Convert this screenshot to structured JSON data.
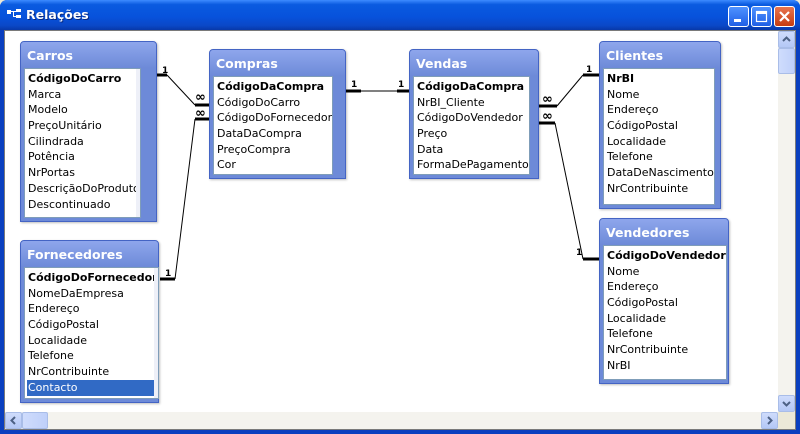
{
  "window": {
    "title": "Relações"
  },
  "tables": {
    "carros": {
      "name": "Carros",
      "fields": [
        "CódigoDoCarro",
        "Marca",
        "Modelo",
        "PreçoUnitário",
        "Cilindrada",
        "Potência",
        "NrPortas",
        "DescriçãoDoProduto",
        "Descontinuado"
      ]
    },
    "fornecedores": {
      "name": "Fornecedores",
      "fields": [
        "CódigoDoFornecedor",
        "NomeDaEmpresa",
        "Endereço",
        "CódigoPostal",
        "Localidade",
        "Telefone",
        "NrContribuinte",
        "Contacto"
      ]
    },
    "compras": {
      "name": "Compras",
      "fields": [
        "CódigoDaCompra",
        "CódigoDoCarro",
        "CódigoDoFornecedor",
        "DataDaCompra",
        "PreçoCompra",
        "Cor"
      ]
    },
    "vendas": {
      "name": "Vendas",
      "fields": [
        "CódigoDaCompra",
        "NrBI_Cliente",
        "CódigoDoVendedor",
        "Preço",
        "Data",
        "FormaDePagamento"
      ]
    },
    "clientes": {
      "name": "Clientes",
      "fields": [
        "NrBI",
        "Nome",
        "Endereço",
        "CódigoPostal",
        "Localidade",
        "Telefone",
        "DataDeNascimento",
        "NrContribuinte"
      ]
    },
    "vendedores": {
      "name": "Vendedores",
      "fields": [
        "CódigoDoVendedor",
        "Nome",
        "Endereço",
        "CódigoPostal",
        "Localidade",
        "Telefone",
        "NrContribuinte",
        "NrBI"
      ]
    }
  },
  "relationship_labels": {
    "one": "1",
    "many": "∞"
  },
  "selected_field": "fornecedores.Contacto"
}
